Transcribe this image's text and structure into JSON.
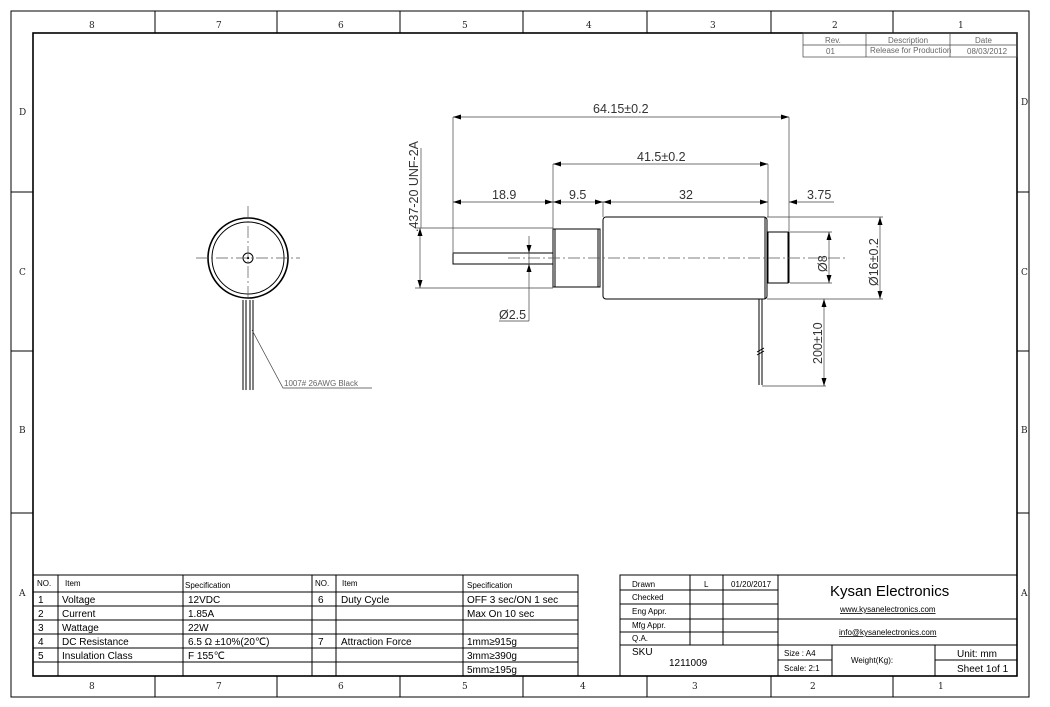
{
  "zones": {
    "columns": [
      "8",
      "7",
      "6",
      "5",
      "4",
      "3",
      "2",
      "1"
    ],
    "rows": [
      "D",
      "C",
      "B",
      "A"
    ]
  },
  "revision": {
    "headers": [
      "Rev.",
      "Description",
      "Date"
    ],
    "rows": [
      [
        "01",
        "Release for Production",
        "08/03/2012"
      ]
    ]
  },
  "drawing": {
    "wire_label": "1007# 26AWG  Black",
    "dims": {
      "overall": "64.15±0.2",
      "body": "41.5±0.2",
      "plunger": "18.9",
      "nut": "9.5",
      "coil": "32",
      "rear": "3.75",
      "thread": ".437-20 UNF-2A",
      "plunger_dia": "Ø2.5",
      "rear_dia": "Ø8",
      "body_dia": "Ø16±0.2",
      "lead_length": "200±10"
    }
  },
  "spec_table": {
    "headers": [
      "NO.",
      "Item",
      "Specification",
      "NO.",
      "Item",
      "Specification"
    ],
    "rows": [
      [
        "1",
        "Voltage",
        "12VDC",
        "6",
        "Duty Cycle",
        "OFF 3 sec/ON 1 sec"
      ],
      [
        "2",
        "Current",
        "1.85A",
        "",
        "",
        "Max On 10 sec"
      ],
      [
        "3",
        "Wattage",
        "22W",
        "",
        "",
        ""
      ],
      [
        "4",
        "DC Resistance",
        "6.5 Ω  ±10%(20℃)",
        "7",
        "Attraction Force",
        "1mm≥915g"
      ],
      [
        "5",
        "Insulation Class",
        "F 155℃",
        "",
        "",
        "3mm≥390g"
      ],
      [
        "",
        "",
        "",
        "",
        "",
        "5mm≥195g"
      ]
    ]
  },
  "title_block": {
    "approvals": [
      [
        "Drawn",
        "L",
        "01/20/2017"
      ],
      [
        "Checked",
        "",
        ""
      ],
      [
        "Eng Appr.",
        "",
        ""
      ],
      [
        "Mfg Appr.",
        "",
        ""
      ],
      [
        "Q.A.",
        "",
        ""
      ]
    ],
    "company": "Kysan Electronics",
    "website": "www.kysanelectronics.com",
    "email": "info@kysanelectronics.com",
    "sku_label": "SKU",
    "sku": "1211009",
    "size": "Size : A4",
    "scale": "Scale: 2:1",
    "weight": "Weight(Kg):",
    "unit": "Unit: mm",
    "sheet": "Sheet 1of 1"
  }
}
